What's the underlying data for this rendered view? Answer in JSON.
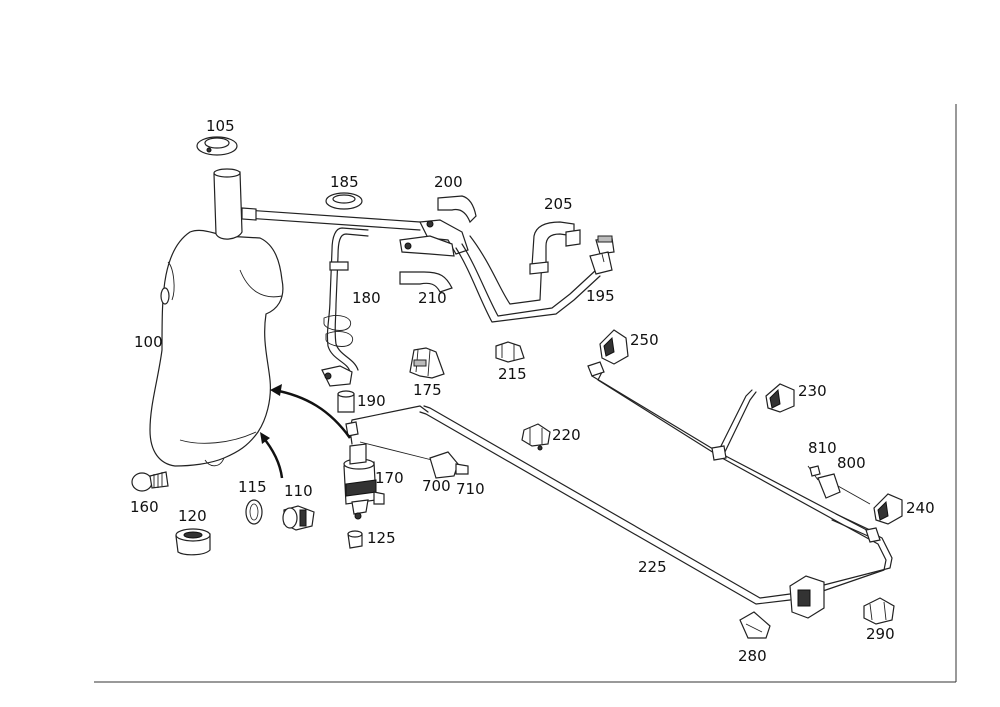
{
  "diagram": {
    "labels": {
      "p100": "100",
      "p105": "105",
      "p110": "110",
      "p115": "115",
      "p120": "120",
      "p125": "125",
      "p160": "160",
      "p170": "170",
      "p175": "175",
      "p180": "180",
      "p185": "185",
      "p190": "190",
      "p195": "195",
      "p200": "200",
      "p205": "205",
      "p210": "210",
      "p215": "215",
      "p220": "220",
      "p225": "225",
      "p230": "230",
      "p240": "240",
      "p250": "250",
      "p280": "280",
      "p290": "290",
      "p700": "700",
      "p710": "710",
      "p800": "800",
      "p810": "810"
    }
  }
}
